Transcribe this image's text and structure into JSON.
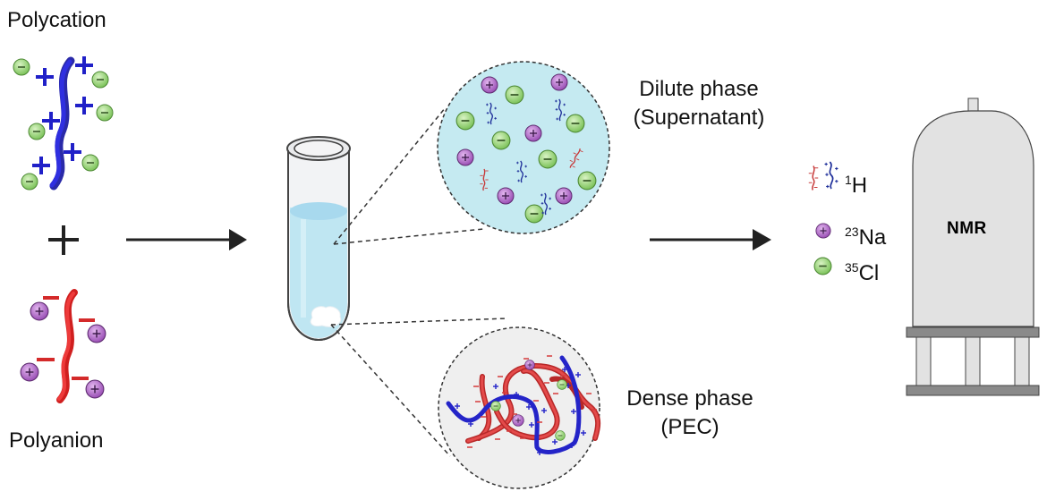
{
  "labels": {
    "polycation": "Polycation",
    "polyanion": "Polyanion",
    "plus_sign": "+",
    "dilute_phase_line1": "Dilute phase",
    "dilute_phase_line2": "(Supernatant)",
    "dense_phase_line1": "Dense phase",
    "dense_phase_line2": "(PEC)",
    "instrument": "NMR"
  },
  "legend": [
    {
      "icon": "polyelectrolyte-chains-icon",
      "mass_number": "1",
      "element": "H"
    },
    {
      "icon": "sodium-ion-icon",
      "mass_number": "23",
      "element": "Na"
    },
    {
      "icon": "chloride-ion-icon",
      "mass_number": "35",
      "element": "Cl"
    }
  ],
  "colors": {
    "polycation": "#1a1acc",
    "polyanion": "#dd2222",
    "cation_ion": "#a05cb8",
    "anion_ion": "#8ccf6a",
    "supernatant": "#bfe8f0",
    "dense_background": "#eeeeee",
    "nmr_body": "#e2e2e2",
    "nmr_base": "#8a8a8a"
  }
}
